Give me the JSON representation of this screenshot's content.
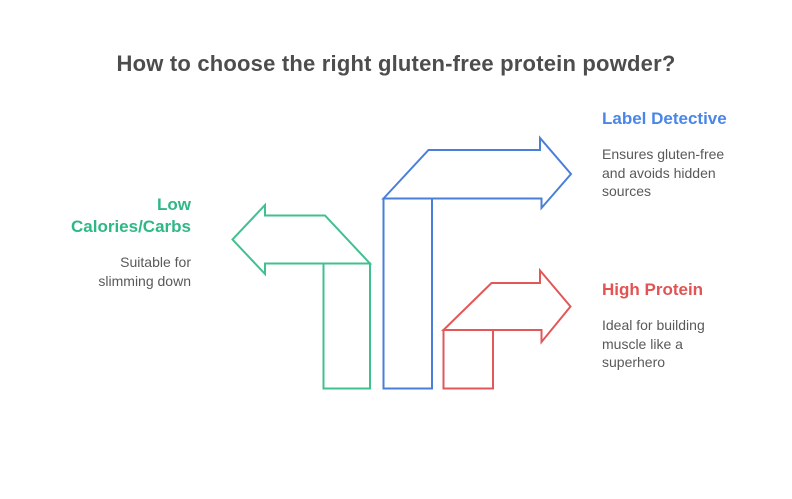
{
  "title": "How to choose the right gluten-free protein powder?",
  "colors": {
    "background": "#ffffff",
    "title_text": "#4d4d4d",
    "body_text": "#595959",
    "blue_arrow": "#4a7fd9",
    "green_arrow": "#3fc08e",
    "red_arrow": "#e25858"
  },
  "items": [
    {
      "id": "label-detective",
      "label": "Label Detective",
      "description": "Ensures gluten-free\nand avoids hidden\nsources",
      "label_color": "#4a86e8",
      "arrow": "blue-arrow-pointing-right"
    },
    {
      "id": "low-calories-carbs",
      "label": "Low\nCalories/Carbs",
      "description": "Suitable for\nslimming down",
      "label_color": "#2eb886",
      "arrow": "green-arrow-pointing-left"
    },
    {
      "id": "high-protein",
      "label": "High Protein",
      "description": "Ideal for building\nmuscle like a\nsuperhero",
      "label_color": "#e25353",
      "arrow": "red-arrow-pointing-right"
    }
  ]
}
